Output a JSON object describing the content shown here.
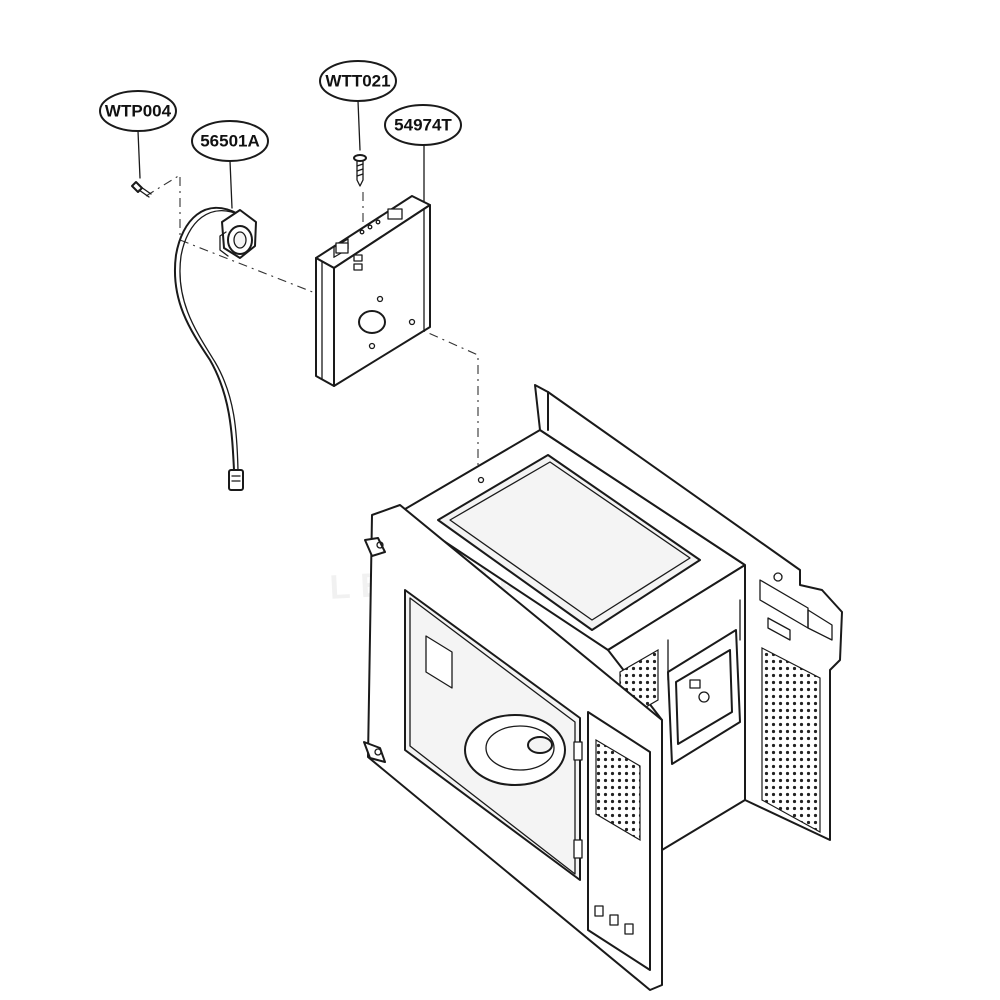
{
  "callouts": [
    {
      "id": "wtp004",
      "label": "WTP004"
    },
    {
      "id": "56501a",
      "label": "56501A"
    },
    {
      "id": "wtt021",
      "label": "WTT021"
    },
    {
      "id": "54974t",
      "label": "54974T"
    }
  ],
  "parts": {
    "screw_wtp004": "screw",
    "wire_assembly": "thermistor-wire-assembly",
    "screw_wtt021": "screw",
    "bracket": "mounting-bracket",
    "cabinet": "microwave-cavity-assembly"
  },
  "colors": {
    "line": "#1a1a1a",
    "background": "#ffffff"
  }
}
